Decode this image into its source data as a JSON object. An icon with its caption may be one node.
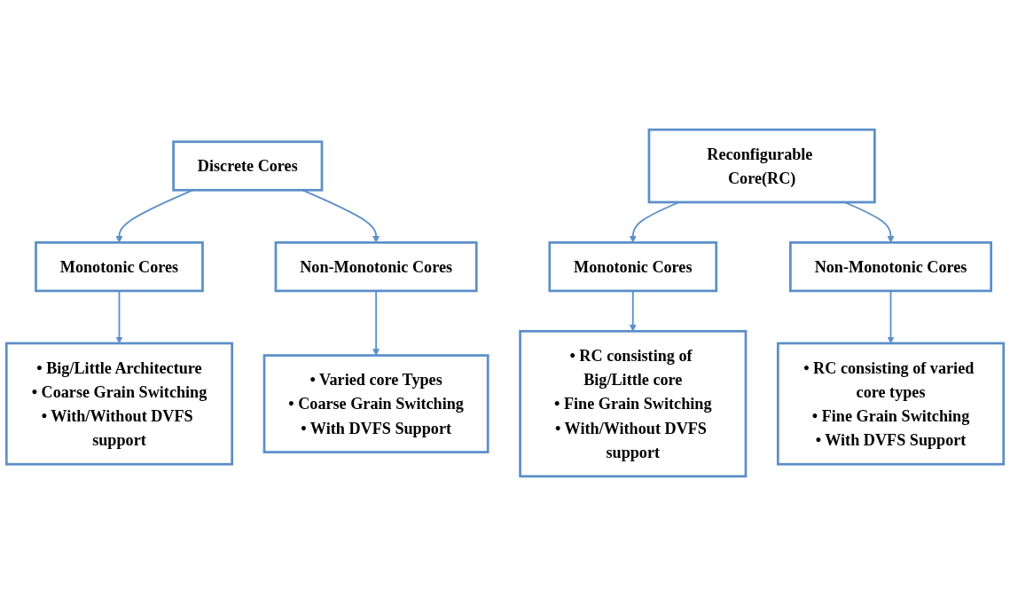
{
  "diagram": {
    "nodes": [
      {
        "text": [
          "Discrete Cores"
        ]
      },
      {
        "text": [
          "Monotonic Cores"
        ]
      },
      {
        "text": [
          "Non-Monotonic Cores"
        ]
      },
      {
        "text": [
          "• Big/Little Architecture",
          "• Coarse Grain Switching",
          "• With/Without DVFS support"
        ]
      },
      {
        "text": [
          "• Varied core Types",
          "• Coarse Grain Switching",
          "• With DVFS Support"
        ]
      },
      {
        "text": [
          "Reconfigurable Core(RC)"
        ]
      },
      {
        "text": [
          "Monotonic Cores"
        ]
      },
      {
        "text": [
          "Non-Monotonic Cores"
        ]
      },
      {
        "text": [
          "• RC consisting of Big/Little core",
          "• Fine Grain Switching",
          "• With/Without DVFS support"
        ]
      },
      {
        "text": [
          "• RC consisting of varied core types",
          "• Fine Grain Switching",
          "• With DVFS Support"
        ]
      }
    ],
    "edges": [
      {
        "from": 0,
        "to": 1,
        "arrow": "to"
      },
      {
        "from": 0,
        "to": 2,
        "arrow": "to"
      },
      {
        "from": 1,
        "to": 3,
        "arrow": "to"
      },
      {
        "from": 2,
        "to": 4,
        "arrow": "to"
      },
      {
        "from": 5,
        "to": 6,
        "arrow": "to"
      },
      {
        "from": 5,
        "to": 7,
        "arrow": "to"
      },
      {
        "from": 6,
        "to": 8,
        "arrow": "to"
      },
      {
        "from": 7,
        "to": 9,
        "arrow": "to"
      }
    ]
  }
}
